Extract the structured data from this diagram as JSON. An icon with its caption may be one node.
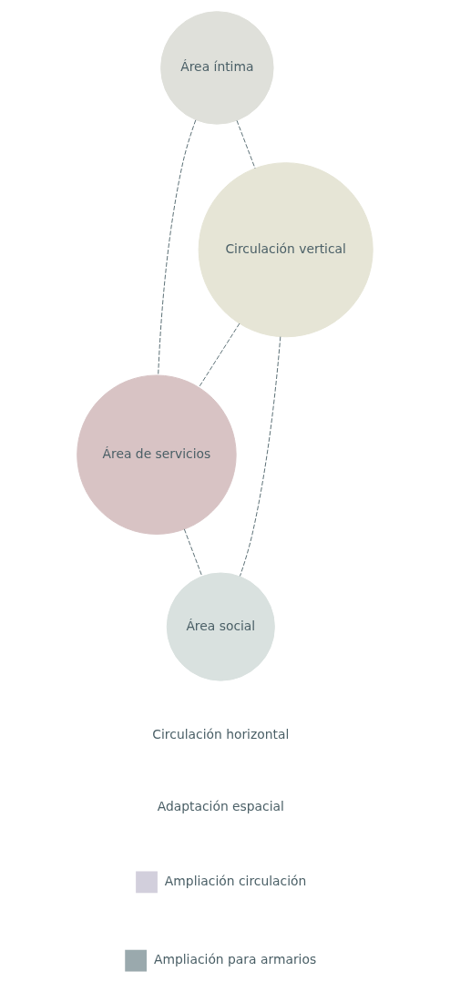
{
  "diagram": {
    "nodes": [
      {
        "text": [
          "Área íntima"
        ]
      },
      {
        "text": [
          "Circulación vertical"
        ]
      },
      {
        "text": [
          "Área de servicios"
        ]
      },
      {
        "text": [
          "Área social"
        ]
      }
    ],
    "edges": [
      {
        "from": 0,
        "to": 2,
        "arrow": "none",
        "style": "dashed"
      },
      {
        "from": 0,
        "to": 1,
        "arrow": "none",
        "style": "dashed"
      },
      {
        "from": 1,
        "to": 3,
        "arrow": "none",
        "style": "dashed"
      },
      {
        "from": 1,
        "to": 2,
        "arrow": "none",
        "style": "dashed"
      },
      {
        "from": 2,
        "to": 3,
        "arrow": "none",
        "style": "dashed"
      }
    ],
    "legend": [
      {
        "text": "Circulación horizontal"
      },
      {
        "text": "Adaptación espacial"
      },
      {
        "text": "Ampliación circulación",
        "color": "#d2cfdc"
      },
      {
        "text": "Ampliación para armarios",
        "color": "#9aa9ad"
      }
    ]
  }
}
